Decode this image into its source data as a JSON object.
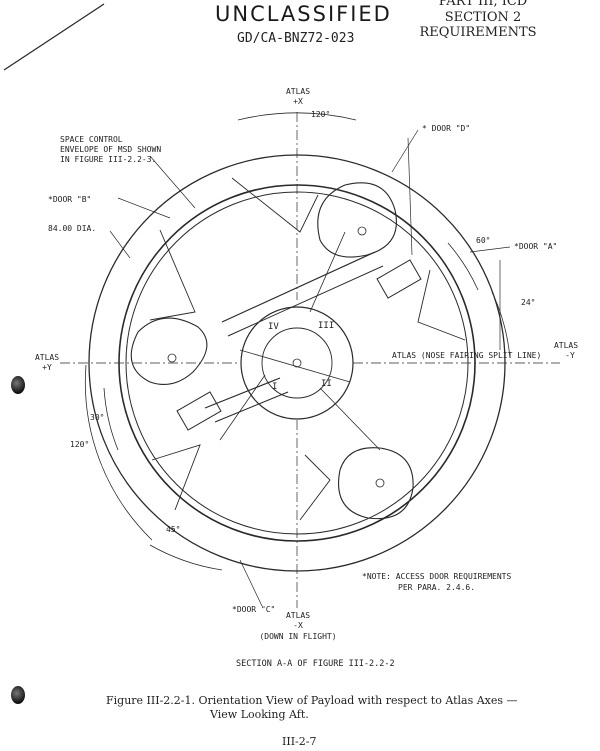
{
  "header": {
    "classification": "UNCLASSIFIED",
    "doc_number": "GD/CA-BNZ72-023",
    "part": "PART III, ICD",
    "section": "SECTION 2",
    "requirements": "REQUIREMENTS"
  },
  "axes": {
    "plus_x_name": "ATLAS",
    "plus_x": "+X",
    "plus_y_name": "ATLAS",
    "plus_y": "+Y",
    "minus_y_name": "ATLAS",
    "minus_y": "-Y",
    "minus_x_name": "ATLAS",
    "minus_x": "-X",
    "minus_x_note": "(DOWN IN FLIGHT)",
    "fairing": "ATLAS (NOSE FAIRING SPLIT LINE)"
  },
  "doors": {
    "a": "*DOOR \"A\"",
    "b": "*DOOR \"B\"",
    "c": "*DOOR \"C\"",
    "d": "* DOOR \"D\""
  },
  "angles": {
    "top": "120°",
    "a60": "60°",
    "a24": "24°",
    "a30": "30°",
    "left120": "120°",
    "a45": "45°"
  },
  "notes": {
    "envelope_1": "SPACE CONTROL",
    "envelope_2": "ENVELOPE OF MSD SHOWN",
    "envelope_3": "IN FIGURE III-2.2-3.",
    "diameter": "84.00 DIA.",
    "access_1": "*NOTE: ACCESS DOOR REQUIREMENTS",
    "access_2": "PER PARA. 2.4.6."
  },
  "quadrants": {
    "q1": "I",
    "q2": "II",
    "q3": "III",
    "q4": "IV"
  },
  "section_ref": "SECTION A-A OF FIGURE III-2.2-2",
  "figure_caption_1": "Figure III-2.2-1.  Orientation View of Payload with respect to Atlas Axes —",
  "figure_caption_2": "View Looking Aft.",
  "page_number": "III-2-7"
}
